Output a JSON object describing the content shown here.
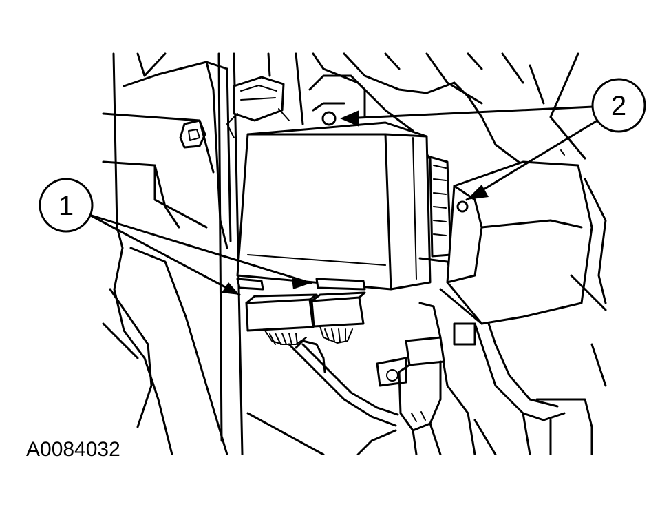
{
  "figure": {
    "id": "A0084032",
    "callouts": [
      {
        "number": "1"
      },
      {
        "number": "2"
      }
    ]
  },
  "colors": {
    "line": "#000000",
    "background": "#ffffff"
  }
}
